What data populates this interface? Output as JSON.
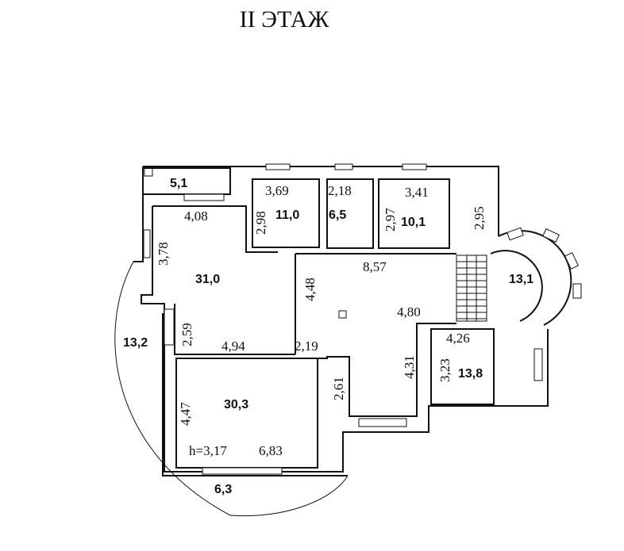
{
  "title": "II ЭТАЖ",
  "rooms": {
    "balcony_top": "5,1",
    "room_a": "11,0",
    "room_b": "6,5",
    "room_c": "10,1",
    "living": "31,0",
    "tower": "13,1",
    "terrace_left": "13,2",
    "room_d": "30,3",
    "room_e": "13,8",
    "balcony_bottom": "6,3"
  },
  "dimensions": {
    "a_width": "3,69",
    "a_depth": "2,98",
    "b_width": "2,18",
    "b_depth": "2,97",
    "c_width": "3,41",
    "c_depth": "2,95",
    "living_top": "4,08",
    "living_left": "3,78",
    "living_lower_left": "2,59",
    "living_bottom": "4,94",
    "hall_width": "8,57",
    "hall_left": "4,48",
    "hall_corridor": "2,19",
    "hall_lower": "2,61",
    "hall_right": "4,31",
    "stair_width": "4,80",
    "e_width": "4,26",
    "e_depth": "3,23",
    "d_depth": "4,47",
    "d_height": "h=3,17",
    "d_width": "6,83"
  }
}
